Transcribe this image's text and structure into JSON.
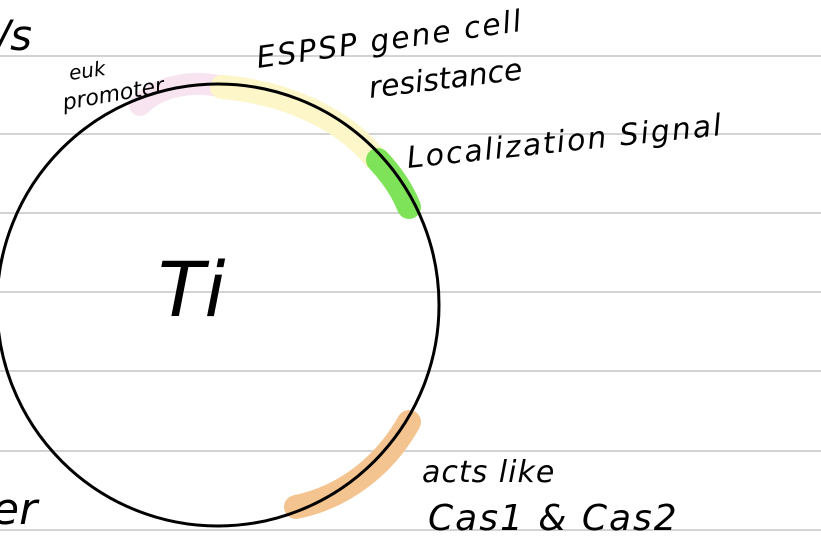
{
  "page": {
    "ruled_line_color": "#d3d3d3",
    "ink_color": "#000000"
  },
  "diagram": {
    "center_label": "Ti",
    "highlight_colors": {
      "promoter": "#f8e4f0",
      "gene": "#fcf6c8",
      "localization": "#7fe35a",
      "cas": "#f3c48f"
    },
    "labels": {
      "promoter_line1": "euk",
      "promoter_line2": "promoter",
      "gene_line1": "ESPSP gene cell",
      "gene_line2": "resistance",
      "localization": "Localization Signal",
      "cas_line1": "acts like",
      "cas_line2": "Cas1 & Cas2"
    },
    "margin_fragments": {
      "top_left": "/s",
      "bottom_left": "er"
    }
  }
}
